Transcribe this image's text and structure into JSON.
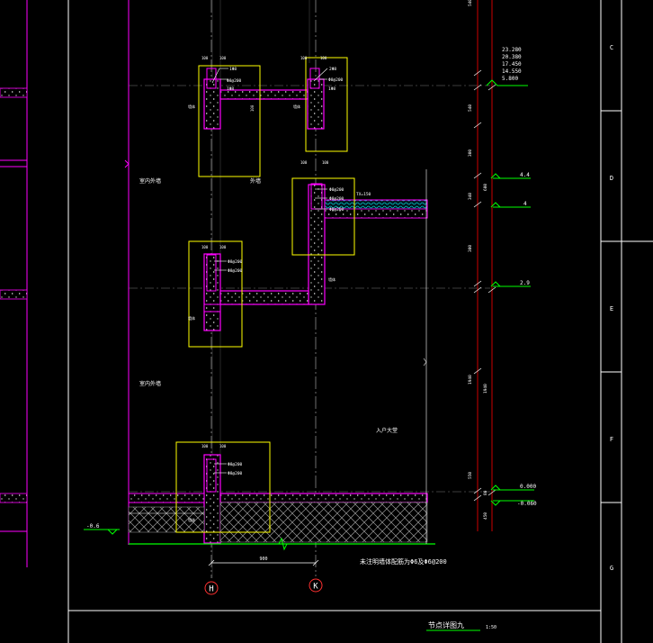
{
  "colors": {
    "background": "#000000",
    "wall_outline": "#ff00ff",
    "detail_box": "#ffff00",
    "grid_line": "#8a8a8a",
    "axis_circle": "#ff3030",
    "level_mark": "#00ff00",
    "dimension": "#ff0000",
    "annotation": "#ffffff",
    "frame": "#ffffff",
    "hatch": "#b0b0b0",
    "insulation": "#00ffff"
  },
  "axes": [
    {
      "label": "H"
    },
    {
      "label": "K"
    }
  ],
  "axis_dimension": "900",
  "room_labels": {
    "interior_left_upper": "室内外墙",
    "interior_left_lower": "室内外墙",
    "canopy_label": "外墙",
    "entrance_hall": "入户大堂"
  },
  "elevation_stack": [
    "23.280",
    "20.380",
    "17.450",
    "14.550",
    "5.800"
  ],
  "elevations_right": [
    "4.4",
    "4",
    "2.9",
    "0.000",
    "-0.060"
  ],
  "elevation_left": "-0.6",
  "side_dimensions": [
    "540",
    "300",
    "600",
    "340",
    "300",
    "1940",
    "550",
    "80",
    "450"
  ],
  "zone_letters": [
    "C",
    "D",
    "E",
    "F",
    "G"
  ],
  "detail_callouts": {
    "d1": [
      "1Φ8",
      "Φ8@200",
      "1Φ8"
    ],
    "d2": [
      "2Φ8",
      "Φ8@200",
      "1Φ8"
    ],
    "d3": [
      "Φ8@200",
      "Φ8@200",
      "TX=150",
      "Φ8@200"
    ],
    "d4": [
      "Φ8@200",
      "Φ8@200"
    ],
    "d5": [
      "Φ8@200",
      "Φ8@200"
    ],
    "d6": [
      "Φ8@200",
      "Φ8@200"
    ]
  },
  "general_note": "未注明墙体配筋为Φ6及Φ6@200",
  "title_block": {
    "title": "节点详图九",
    "scale": "1:50"
  }
}
